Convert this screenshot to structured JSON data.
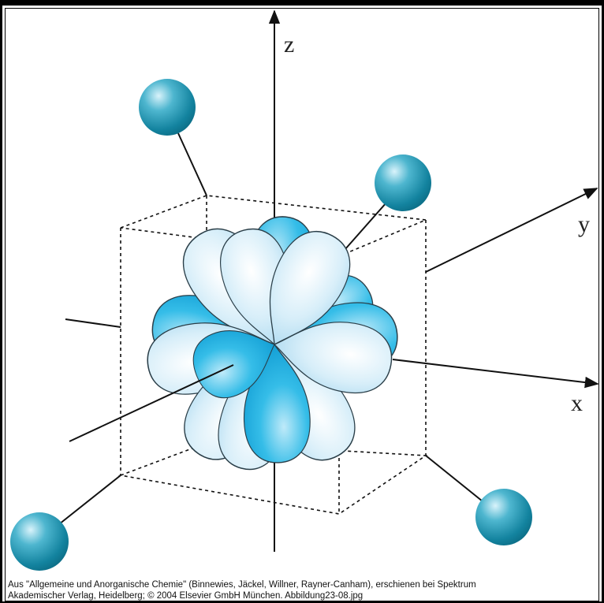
{
  "diagram": {
    "axis_labels": {
      "z": "z",
      "y": "y",
      "x": "x"
    },
    "colors": {
      "lobe_light": "#cfe9f8",
      "lobe_edge": "#2a3e48",
      "lobe_dark": "#1aa8dd",
      "ligand": "#1f8eab",
      "line": "#111111"
    }
  },
  "caption": {
    "line1": "Aus \"Allgemeine und Anorganische Chemie\" (Binnewies, Jäckel, Willner, Rayner-Canham), erschienen bei Spektrum",
    "line2": "Akademischer Verlag, Heidelberg; © 2004 Elsevier GmbH München. Abbildung23-08.jpg"
  }
}
